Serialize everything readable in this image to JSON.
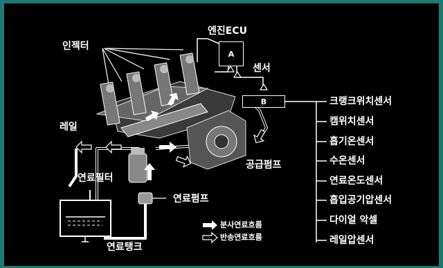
{
  "labels": {
    "engine_ecu": "엔진ECU",
    "ecu_box": "A",
    "sensor": "센서",
    "sensor_box": "B",
    "injector": "인젝터",
    "rail": "레일",
    "supply_pump": "공급펌프",
    "fuel_filter": "연료필터",
    "fuel_pump": "연료펌프",
    "fuel_tank": "연료탱크"
  },
  "legend": {
    "injection_flow": "분사연료흐름",
    "return_flow": "반송연료흐름"
  },
  "sensors": [
    "크랭크위치센서",
    "캠위치센서",
    "흡기온센서",
    "수온센서",
    "연료온도센서",
    "흡입공기압센서",
    "다이얼 악셀",
    "레일압센서"
  ]
}
